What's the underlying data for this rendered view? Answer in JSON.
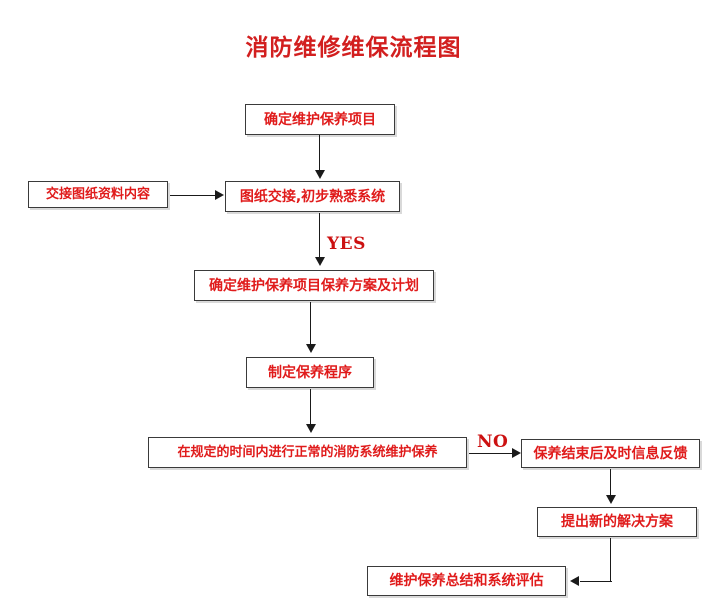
{
  "document": {
    "title": "消防维修维保流程图",
    "title_color": "#d21f1f",
    "box_text_color": "#e01b1b",
    "connector_color": "#1a1a1a",
    "background": "#ffffff"
  },
  "flowchart": {
    "type": "process-flow-diagram",
    "nodes": [
      {
        "id": "n1",
        "label": "确定维护保养项目"
      },
      {
        "id": "n2",
        "label": "交接图纸资料内容"
      },
      {
        "id": "n3",
        "label": "图纸交接,初步熟悉系统"
      },
      {
        "id": "n4",
        "label": "确定维护保养项目保养方案及计划"
      },
      {
        "id": "n5",
        "label": "制定保养程序"
      },
      {
        "id": "n6",
        "label": "在规定的时间内进行正常的消防系统维护保养"
      },
      {
        "id": "n7",
        "label": "保养结束后及时信息反馈"
      },
      {
        "id": "n8",
        "label": "提出新的解决方案"
      },
      {
        "id": "n9",
        "label": "维护保养总结和系统评估"
      }
    ],
    "edge_labels": {
      "yes": "YES",
      "no": "NO"
    },
    "edges": [
      {
        "from": "n1",
        "to": "n3",
        "label": ""
      },
      {
        "from": "n2",
        "to": "n3",
        "label": ""
      },
      {
        "from": "n3",
        "to": "n4",
        "label": "YES"
      },
      {
        "from": "n4",
        "to": "n5",
        "label": ""
      },
      {
        "from": "n5",
        "to": "n6",
        "label": ""
      },
      {
        "from": "n6",
        "to": "n7",
        "label": "NO"
      },
      {
        "from": "n7",
        "to": "n8",
        "label": ""
      },
      {
        "from": "n8",
        "to": "n9",
        "label": ""
      }
    ]
  }
}
